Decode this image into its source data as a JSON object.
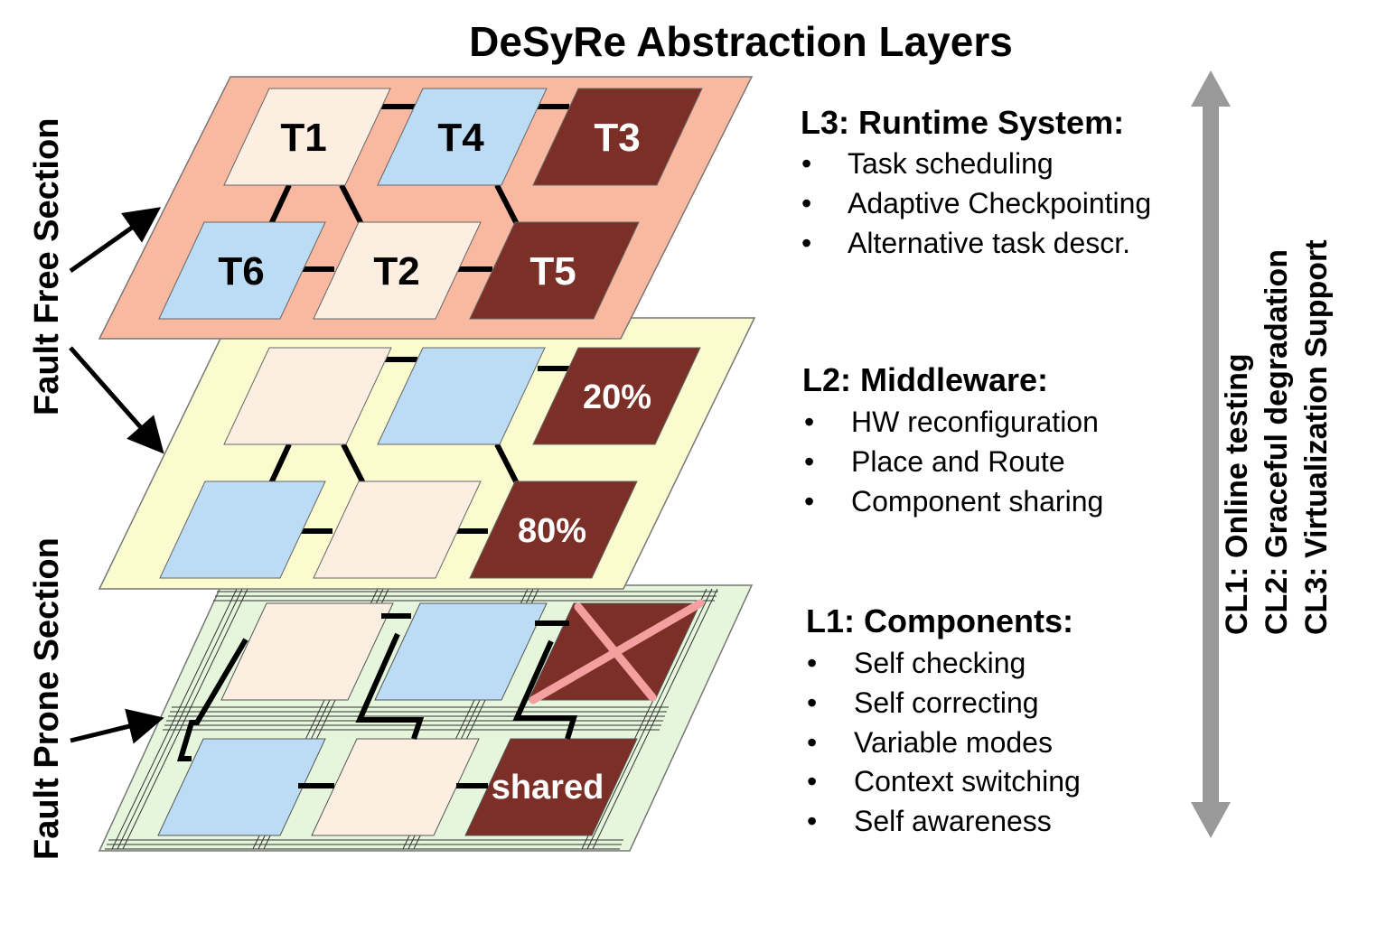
{
  "title": "DeSyRe Abstraction Layers",
  "sections": {
    "fault_free": "Fault Free Section",
    "fault_prone": "Fault Prone Section"
  },
  "layer3_tasks": [
    "T1",
    "T4",
    "T3",
    "T6",
    "T2",
    "T5"
  ],
  "layer2_labels": {
    "top_right": "20%",
    "bottom_right": "80%"
  },
  "layer1_labels": {
    "bottom_right": "shared"
  },
  "descriptions": [
    {
      "heading": "L3: Runtime System:",
      "items": [
        "Task scheduling",
        "Adaptive Checkpointing",
        "Alternative task descr."
      ]
    },
    {
      "heading": "L2: Middleware:",
      "items": [
        "HW reconfiguration",
        "Place and Route",
        "Component sharing"
      ]
    },
    {
      "heading": "L1: Components:",
      "items": [
        "Self checking",
        "Self correcting",
        "Variable modes",
        "Context switching",
        "Self awareness"
      ]
    }
  ],
  "bullet": "•",
  "cross_layer": [
    "CL1: Online testing",
    "CL2: Graceful degradation",
    "CL3: Virtualization Support"
  ],
  "colors": {
    "layer3_bg": "#f9b9a1",
    "layer2_bg": "#fbfbd0",
    "layer1_bg": "#e6f6dc",
    "tile_light": "#fdeee2",
    "tile_blue": "#bcdcf6",
    "tile_dark": "#7b2f27",
    "arrow_gray": "#999999",
    "cross_pink": "#f5a0a0"
  }
}
